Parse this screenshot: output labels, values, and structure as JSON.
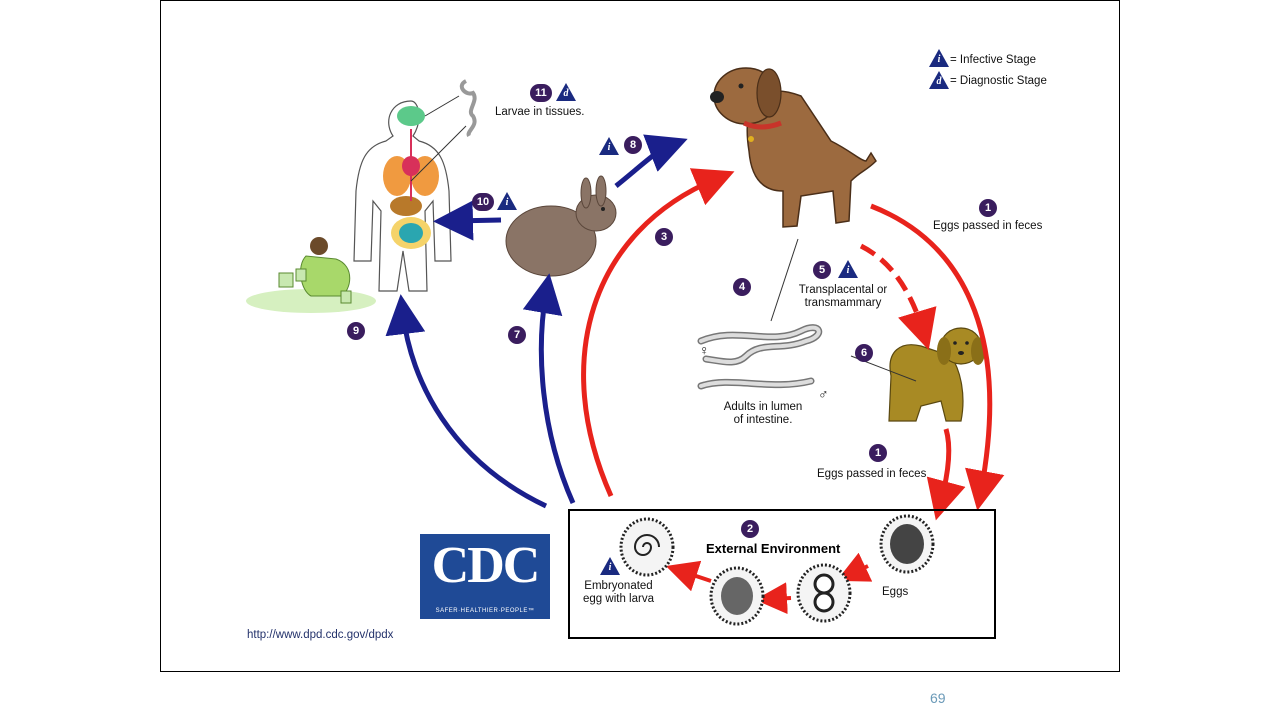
{
  "legend": {
    "infective_symbol": "i",
    "infective_label": "= Infective Stage",
    "diagnostic_symbol": "d",
    "diagnostic_label": "= Diagnostic Stage"
  },
  "steps": {
    "s1a": "1",
    "s1b": "1",
    "s2": "2",
    "s3": "3",
    "s4": "4",
    "s5": "5",
    "s6": "6",
    "s7": "7",
    "s8": "8",
    "s9": "9",
    "s10": "10",
    "s11": "11"
  },
  "labels": {
    "eggs_feces_1": "Eggs passed in feces",
    "eggs_feces_2": "Eggs passed in feces",
    "transplacental_1": "Transplacental or",
    "transplacental_2": "transmammary",
    "female_symbol": "♀",
    "male_symbol": "♂",
    "adults_1": "Adults in lumen",
    "adults_2": "of intestine.",
    "larvae_tissues": "Larvae in tissues.",
    "external_env": "External Environment",
    "embryonated_1": "Embryonated",
    "embryonated_2": "egg with larva",
    "eggs": "Eggs"
  },
  "cdc": {
    "logo_text": "CDC",
    "tagline": "SAFER·HEALTHIER·PEOPLE™",
    "url": "http://www.dpd.cdc.gov/dpdx"
  },
  "page_number": "69",
  "colors": {
    "red_arrow": "#e8231c",
    "blue_arrow": "#1a1f8c",
    "badge": "#3a1d5e",
    "triangle": "#1a2a80",
    "cdc_blue": "#1f4a96"
  }
}
